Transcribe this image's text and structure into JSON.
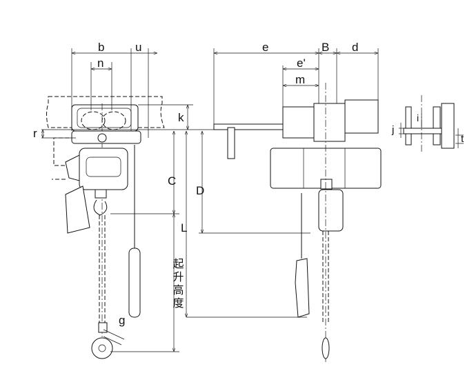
{
  "diagram": {
    "front_view_labels": {
      "b": "b",
      "u": "u",
      "n": "n",
      "k": "k",
      "r": "r",
      "C": "C",
      "D": "D",
      "L": "L",
      "g": "g",
      "lift_height": "起升高度"
    },
    "side_view_labels": {
      "e": "e",
      "B": "B",
      "d": "d",
      "e_prime": "e'",
      "m": "m"
    },
    "detail_labels": {
      "j": "j",
      "i": "i",
      "t": "t"
    }
  }
}
